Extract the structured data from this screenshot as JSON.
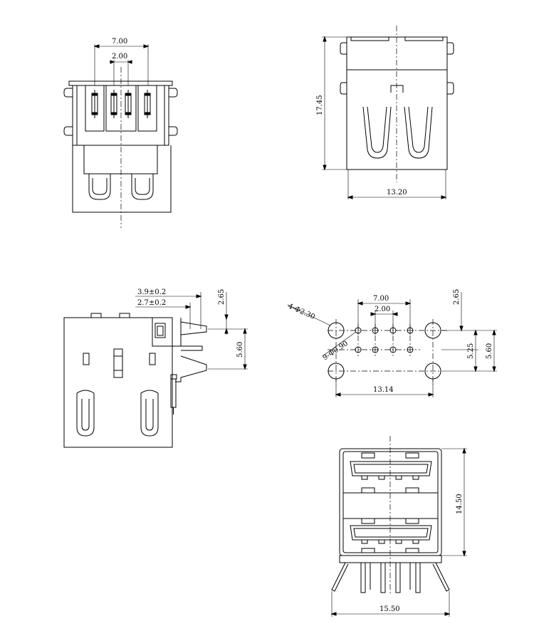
{
  "front_view": {
    "dim_pin_span": "7.00",
    "dim_pin_pitch": "2.00"
  },
  "side_view_top": {
    "dim_height": "17.45",
    "dim_width": "13.20"
  },
  "side_view_left": {
    "dim_pin_offset_1": "3.9±0.2",
    "dim_pin_offset_2": "2.7±0.2",
    "dim_row_offset": "2.65",
    "dim_row_spacing": "5.60"
  },
  "pcb_layout": {
    "dim_pin_span": "7.00",
    "dim_pin_pitch": "2.00",
    "dim_mount_holes": "4-Φ2.30",
    "dim_signal_holes": "9-Φ0.90",
    "dim_row_offset": "2.65",
    "dim_inner_rows": "5.25",
    "dim_outer_rows": "5.60",
    "dim_hole_span": "13.14"
  },
  "end_view": {
    "dim_height": "14.50",
    "dim_width": "15.50"
  }
}
